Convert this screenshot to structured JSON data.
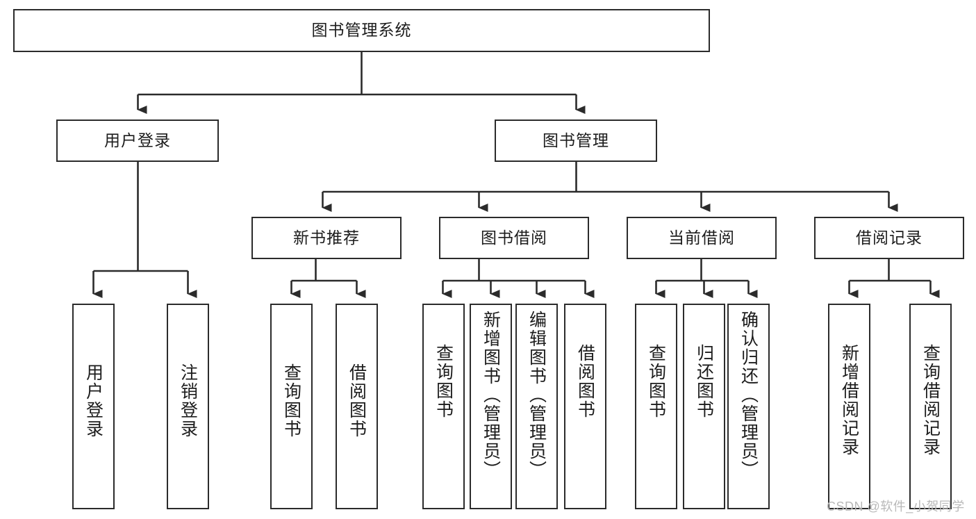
{
  "diagram": {
    "type": "tree-hierarchy",
    "title": "图书管理系统",
    "orientation": "top-down",
    "colors": {
      "box_border": "#2b2b2b",
      "box_fill": "#ffffff",
      "edge": "#2b2b2b",
      "text": "#1c1c1c",
      "watermark": "#b9b9b9"
    },
    "root": {
      "label": "图书管理系统"
    },
    "level2": [
      {
        "label": "用户登录"
      },
      {
        "label": "图书管理"
      }
    ],
    "level3": [
      {
        "label": "新书推荐"
      },
      {
        "label": "图书借阅"
      },
      {
        "label": "当前借阅"
      },
      {
        "label": "借阅记录"
      }
    ],
    "leaves": {
      "user_login": [
        {
          "label": "用户登录"
        },
        {
          "label": "注销登录"
        }
      ],
      "new_book_recommend": [
        {
          "label": "查询图书"
        },
        {
          "label": "借阅图书"
        }
      ],
      "book_borrow": [
        {
          "label": "查询图书"
        },
        {
          "label": "新增图书（管理员）"
        },
        {
          "label": "编辑图书（管理员）"
        },
        {
          "label": "借阅图书"
        }
      ],
      "current_borrow": [
        {
          "label": "查询图书"
        },
        {
          "label": "归还图书"
        },
        {
          "label": "确认归还（管理员）"
        }
      ],
      "borrow_record": [
        {
          "label": "新增借阅记录"
        },
        {
          "label": "查询借阅记录"
        }
      ]
    }
  },
  "watermark": {
    "text": "CSDN @软件_小贺同学"
  }
}
